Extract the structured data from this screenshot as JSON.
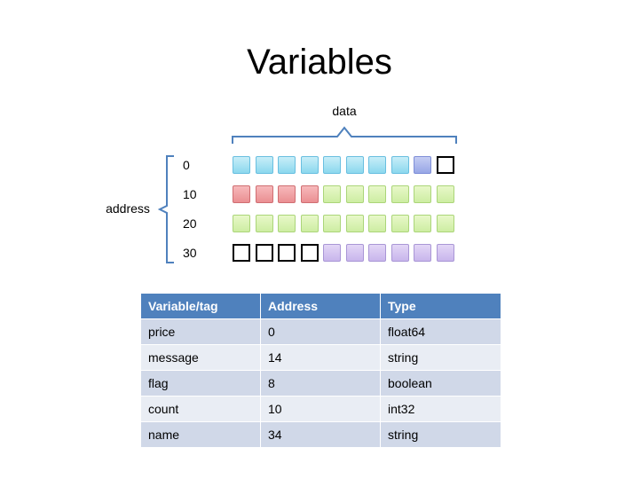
{
  "title": "Variables",
  "diagram": {
    "top_label": "data",
    "side_label": "address",
    "rows": [
      {
        "label": "0",
        "cells": [
          "blue",
          "blue",
          "blue",
          "blue",
          "blue",
          "blue",
          "blue",
          "blue",
          "navy",
          "empty"
        ]
      },
      {
        "label": "10",
        "cells": [
          "red",
          "red",
          "red",
          "red",
          "green",
          "green",
          "green",
          "green",
          "green",
          "green"
        ]
      },
      {
        "label": "20",
        "cells": [
          "green",
          "green",
          "green",
          "green",
          "green",
          "green",
          "green",
          "green",
          "green",
          "green"
        ]
      },
      {
        "label": "30",
        "cells": [
          "empty",
          "empty",
          "empty",
          "empty",
          "purple",
          "purple",
          "purple",
          "purple",
          "purple",
          "purple"
        ]
      }
    ],
    "colors": {
      "blue": "#8bd8ee",
      "navy": "#97a6e6",
      "red": "#ea8f92",
      "green": "#cdeda2",
      "purple": "#c8b5ec",
      "brace": "#4f81bd"
    }
  },
  "table": {
    "headers": [
      "Variable/tag",
      "Address",
      "Type"
    ],
    "rows": [
      [
        "price",
        "0",
        "float64"
      ],
      [
        "message",
        "14",
        "string"
      ],
      [
        "flag",
        "8",
        "boolean"
      ],
      [
        "count",
        "10",
        "int32"
      ],
      [
        "name",
        "34",
        "string"
      ]
    ],
    "header_color": "#4f81bd"
  }
}
